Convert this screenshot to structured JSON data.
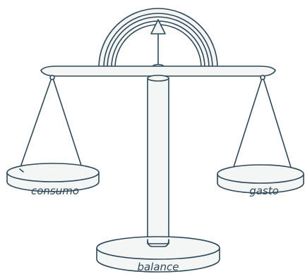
{
  "labels": {
    "left_pan": "consumo",
    "right_pan": "gasto",
    "base": "balance"
  },
  "colors": {
    "line": "#2f4858",
    "fill": "#f4f6f6"
  }
}
